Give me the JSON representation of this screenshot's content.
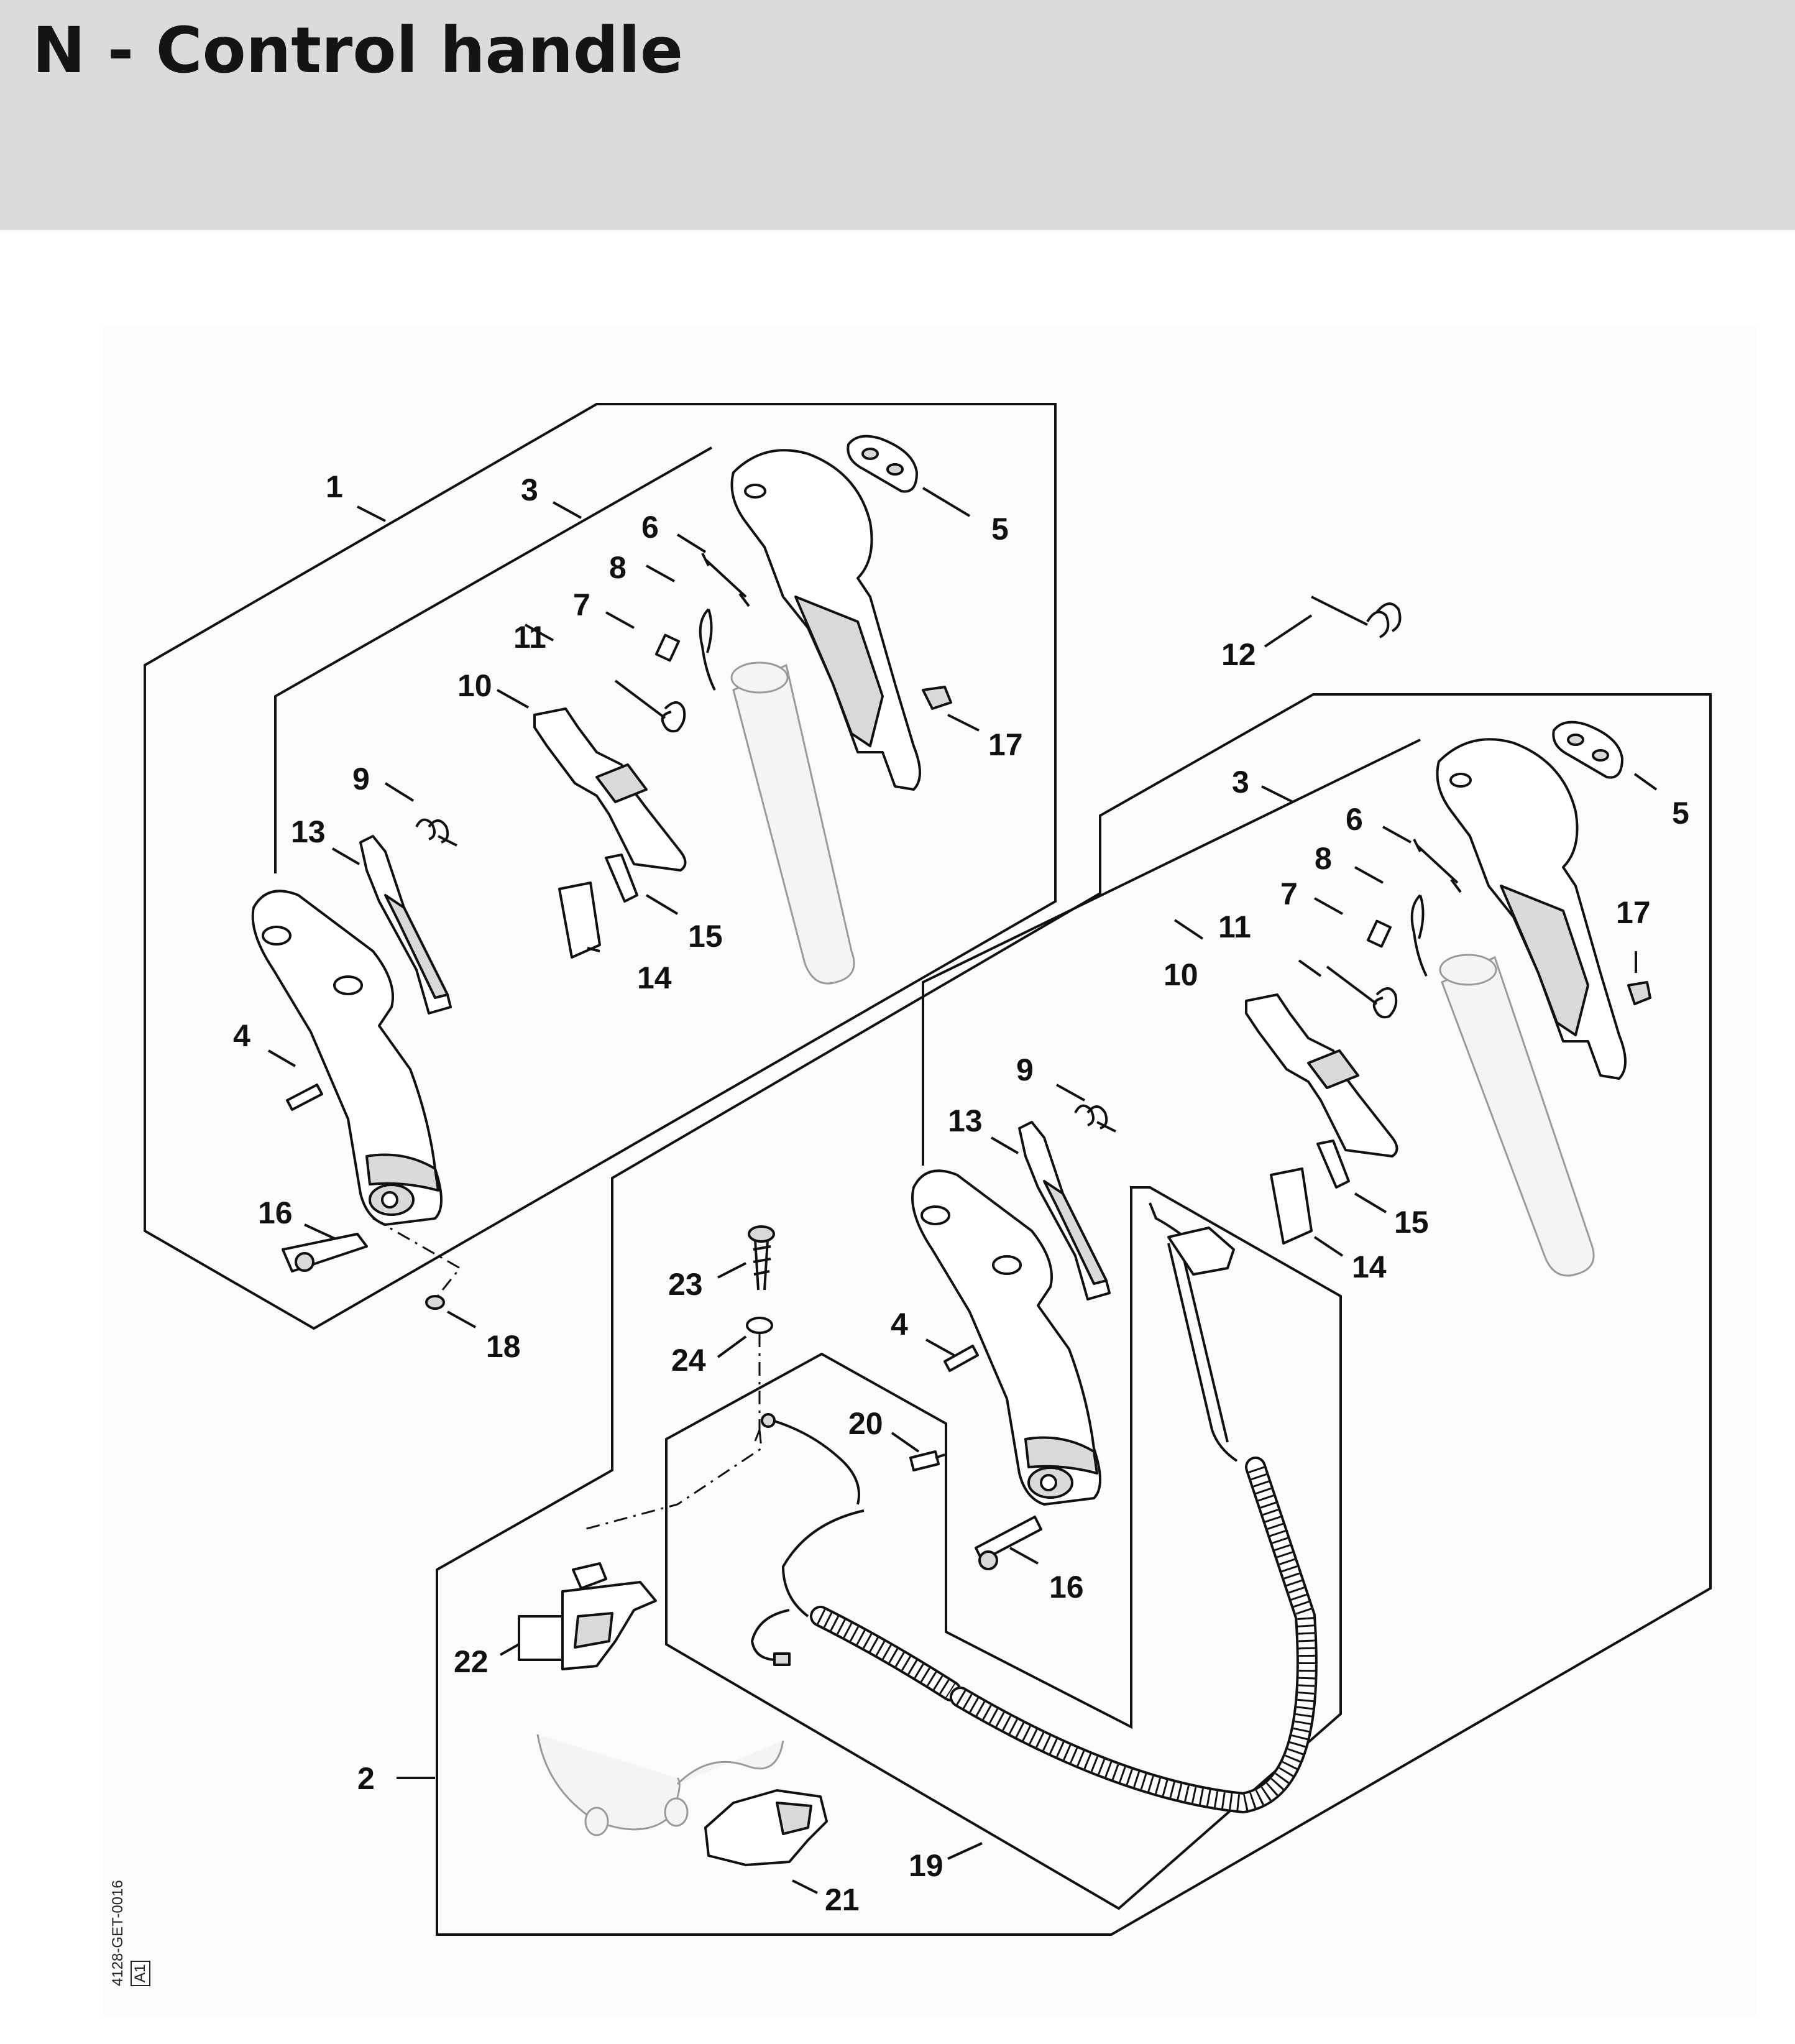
{
  "header": {
    "title": "N - Control handle"
  },
  "diagram": {
    "callouts": {
      "c1": "1",
      "c2": "2",
      "c3a": "3",
      "c3b": "3",
      "c4a": "4",
      "c4b": "4",
      "c5a": "5",
      "c5b": "5",
      "c6a": "6",
      "c6b": "6",
      "c7a": "7",
      "c7b": "7",
      "c8a": "8",
      "c8b": "8",
      "c9a": "9",
      "c9b": "9",
      "c10a": "10",
      "c10b": "10",
      "c11a": "11",
      "c11b": "11",
      "c12": "12",
      "c13a": "13",
      "c13b": "13",
      "c14a": "14",
      "c14b": "14",
      "c15a": "15",
      "c15b": "15",
      "c16a": "16",
      "c16b": "16",
      "c17a": "17",
      "c17b": "17",
      "c18": "18",
      "c19": "19",
      "c20": "20",
      "c21": "21",
      "c22": "22",
      "c23": "23",
      "c24": "24"
    },
    "drawing_code": "4128-GET-0016",
    "drawing_revision": "A1"
  }
}
